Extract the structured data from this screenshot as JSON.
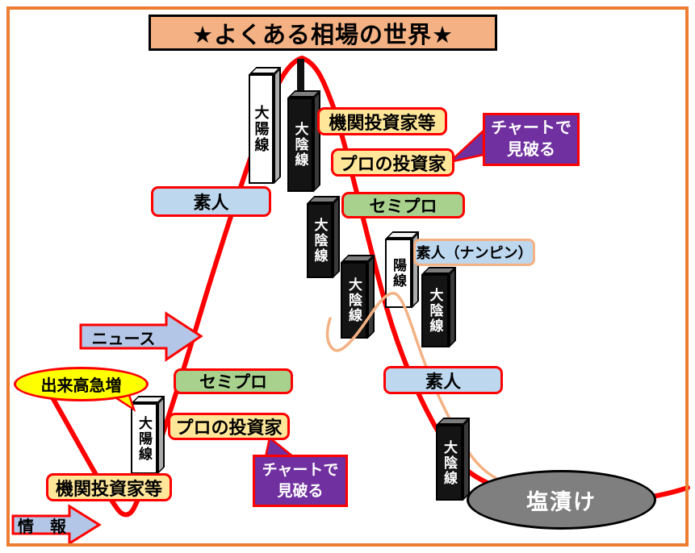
{
  "title": {
    "text": "★よくある相場の世界★"
  },
  "colors": {
    "frame_orange": "#ED7D31",
    "title_bg": "#F4B183",
    "red": "#FF0000",
    "yellow_box": "#FFE699",
    "green_box": "#A9D18E",
    "blue_box": "#BDD7EE",
    "arrow_blue": "#B4C6E7",
    "purple": "#7030A0",
    "volume_yellow": "#FFFF00",
    "gray_ellipse": "#7F7F7F",
    "nanpin_line": "#F4B183"
  },
  "labels": {
    "institutional_top": "機関投資家等",
    "pro_top": "プロの投資家",
    "semipro_top": "セミプロ",
    "amateur_nanpin": "素人（ナンピン）",
    "amateur_left": "素人",
    "amateur_right": "素人",
    "semipro_left": "セミプロ",
    "pro_left": "プロの投資家",
    "institutional_left": "機関投資家等",
    "chart_detect_line1": "チャートで",
    "chart_detect_line2": "見破る",
    "news": "ニュース",
    "info": "情　報",
    "volume_surge": "出来高急増",
    "shiozuke": "塩漬け"
  },
  "candles": [
    {
      "label": "大陽線",
      "type": "bullish"
    },
    {
      "label": "大陰線",
      "type": "bearish"
    },
    {
      "label": "大陰線",
      "type": "bearish"
    },
    {
      "label": "大陰線",
      "type": "bearish"
    },
    {
      "label": "陽線",
      "type": "bullish"
    },
    {
      "label": "大陰線",
      "type": "bearish"
    },
    {
      "label": "大陰線",
      "type": "bearish"
    },
    {
      "label": "大陽線",
      "type": "bullish"
    }
  ]
}
